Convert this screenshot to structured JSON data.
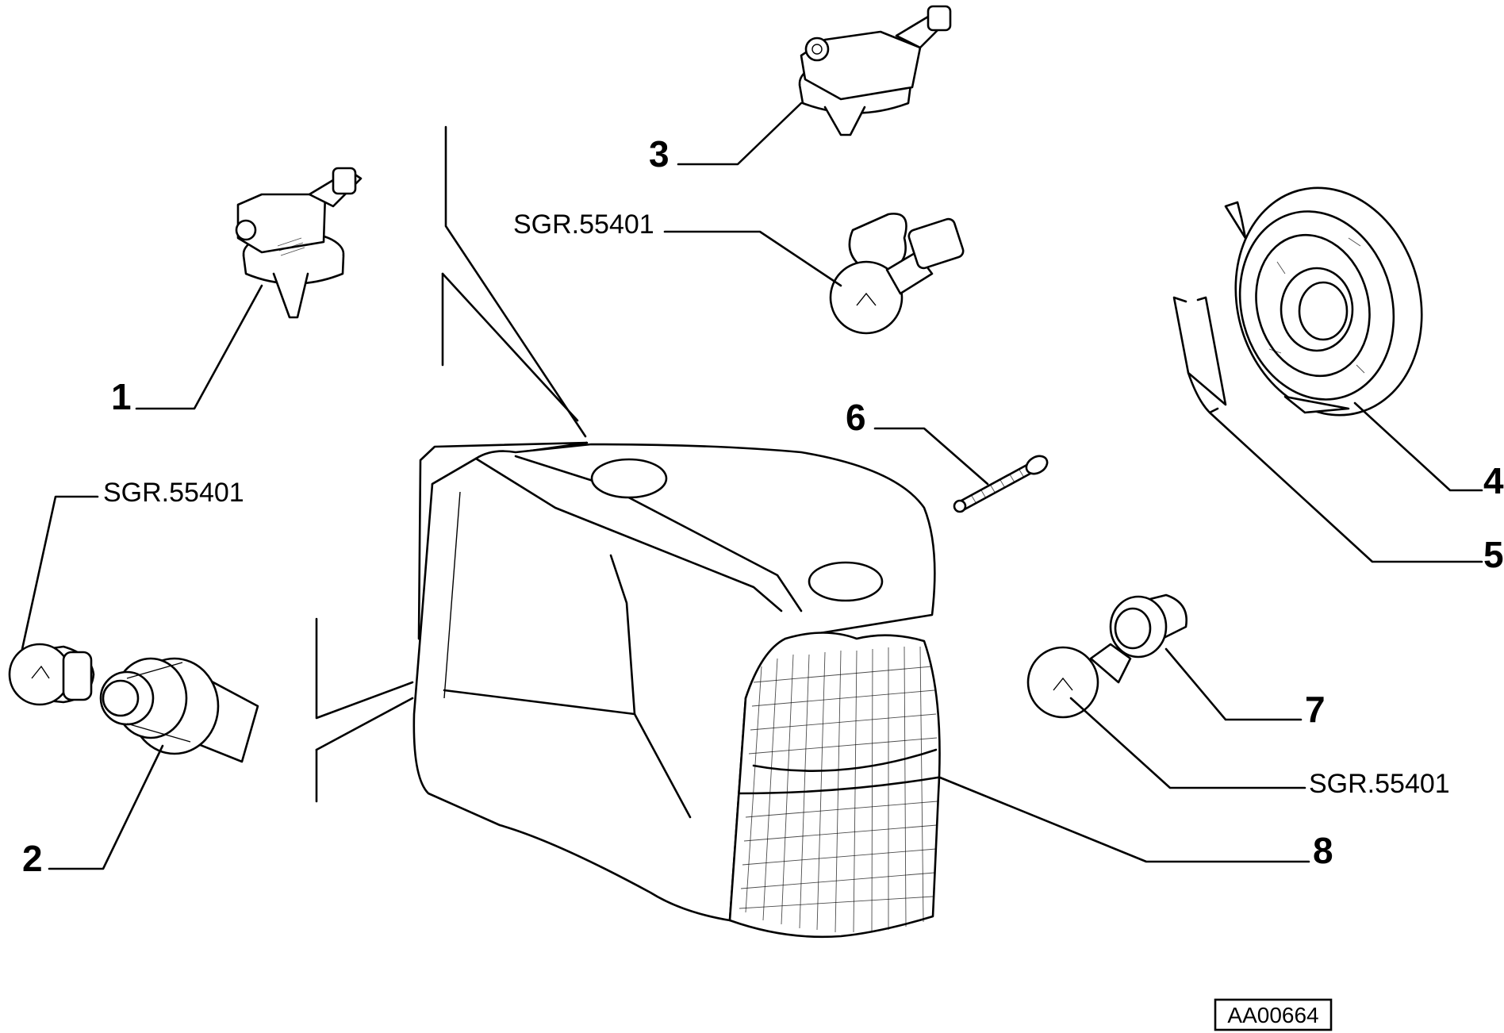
{
  "diagram": {
    "callouts": [
      "1",
      "2",
      "3",
      "4",
      "5",
      "6",
      "7",
      "8"
    ],
    "references": {
      "ref_top": "SGR.55401",
      "ref_left": "SGR.55401",
      "ref_right": "SGR.55401"
    },
    "figure_code": "AA00664"
  }
}
